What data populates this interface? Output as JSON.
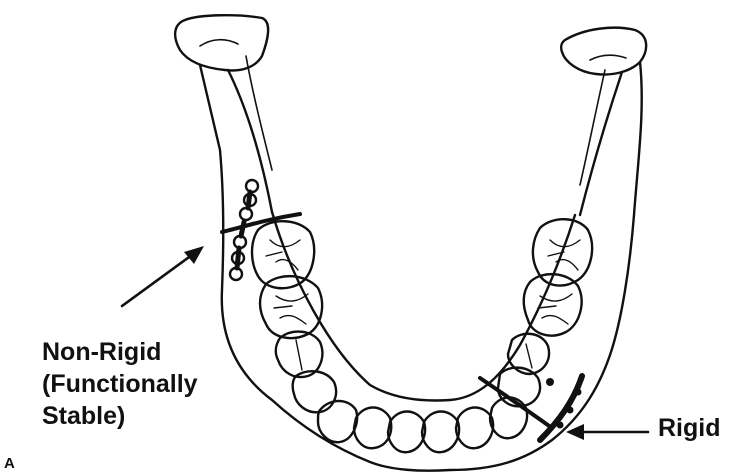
{
  "figure": {
    "panel_letter": "A",
    "labels": {
      "non_rigid_line1": "Non-Rigid",
      "non_rigid_line2": "(Functionally",
      "non_rigid_line3": "Stable)",
      "rigid": "Rigid"
    }
  },
  "colors": {
    "background": "#ffffff",
    "line": "#111111"
  }
}
